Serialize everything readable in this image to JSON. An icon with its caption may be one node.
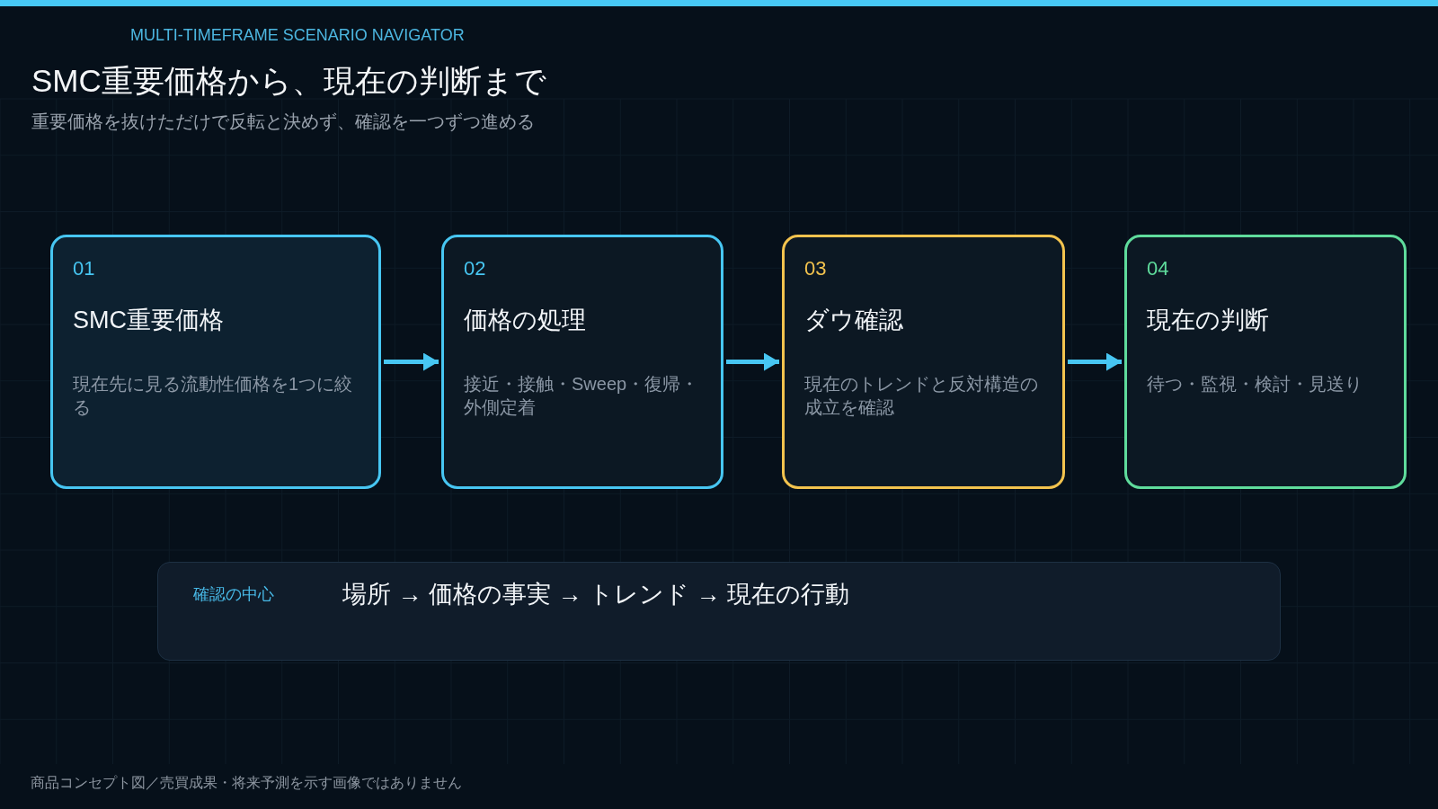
{
  "diagram": {
    "title": "SMC重要価格から、現在の判断まで",
    "nodes": [
      {
        "text": [
          "01",
          "SMC重要価格",
          "現在先に見る流動性価格を1つに絞る"
        ]
      },
      {
        "text": [
          "02",
          "価格の処理",
          "接近・接触・Sweep・復帰・外側定着"
        ]
      },
      {
        "text": [
          "03",
          "ダウ確認",
          "現在のトレンドと反対構造の成立を確認"
        ]
      },
      {
        "text": [
          "04",
          "現在の判断",
          "待つ・監視・検討・見送り"
        ]
      },
      {
        "text": [
          "確認の中心",
          "場所 → 価格の事実 → トレンド → 現在の行動"
        ]
      }
    ],
    "edges": [
      {
        "from": 0,
        "to": 1,
        "arrow": "to"
      },
      {
        "from": 1,
        "to": 2,
        "arrow": "to"
      },
      {
        "from": 2,
        "to": 3,
        "arrow": "to"
      }
    ],
    "labels": [
      "MULTI-TIMEFRAME SCENARIO NAVIGATOR",
      "重要価格を抜けただけで反転と決めず、確認を一つずつ進める",
      "商品コンセプト図／売買成果・将来予測を示す画像ではありません"
    ]
  }
}
